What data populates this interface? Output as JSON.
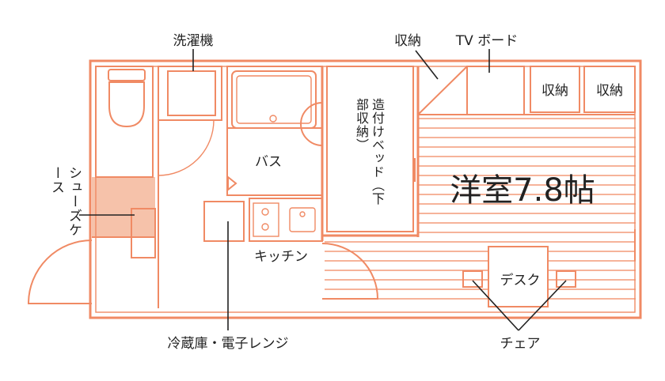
{
  "floor_plan": {
    "colors": {
      "wall": "#f08a64",
      "fill": "#f6c2aa",
      "text": "#222222",
      "background": "#ffffff"
    },
    "room_title": "洋室7.8帖",
    "labels": {
      "washer": "洗濯機",
      "storage_top": "収納",
      "tv_board": "TV ボード",
      "storage_right_1": "収納",
      "storage_right_2": "収納",
      "bath": "バス",
      "kitchen": "キッチン",
      "desk": "デスク",
      "chair": "チェア",
      "fridge_microwave": "冷蔵庫・電子レンジ",
      "shoe_case": "シューズケース",
      "built_in_bed": "造付けベッド（下部収納）"
    },
    "icons": [
      "toilet-icon",
      "washing-machine-icon",
      "bathtub-icon",
      "stove-icon",
      "sink-icon",
      "door-swing-icon"
    ]
  }
}
